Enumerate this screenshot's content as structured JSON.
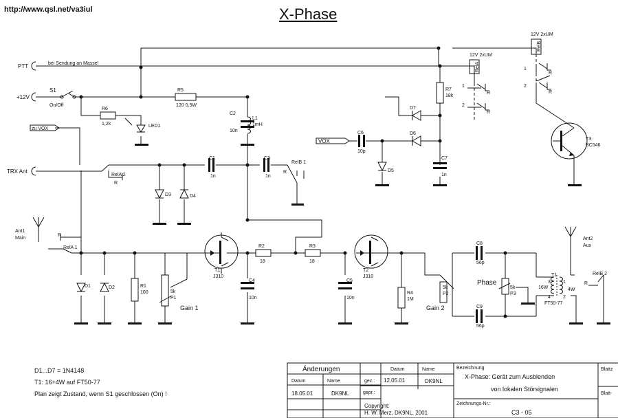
{
  "header": {
    "url": "http://www.qsl.net/va3iul",
    "title": "X-Phase"
  },
  "labels": {
    "ptt": "PTT",
    "ptt_note": "bei Sendung an Masse!",
    "v12": "+12V",
    "s1": "S1",
    "s1_sub": "On/Off",
    "vox_in": "zu VOX",
    "trx": "TRX Ant",
    "ant1": "Ant1",
    "ant1_sub": "Main",
    "ant2": "Ant2",
    "ant2_sub": "Aux",
    "vox_tag": "VOX",
    "phase": "Phase",
    "gain1": "Gain 1",
    "gain2": "Gain 2",
    "relay_a": "12V 2xUM",
    "relay_b": "12V 2xUM",
    "relay_a_coil": "RelA",
    "relay_b_coil": "RelB",
    "rela1": "RelA 1",
    "rela2": "RelA 2",
    "relb1": "RelB 1",
    "relb2": "RelB 2",
    "r": "R",
    "n1": "1",
    "n2": "2",
    "n3": "3",
    "n4": "4"
  },
  "parts": {
    "r5": "R5",
    "r5v": "120  0,5W",
    "r6": "R6",
    "r6v": "1,2k",
    "led1": "LED1",
    "c2": "C2",
    "c2v": "10n",
    "l1": "L1",
    "l1v": "1mH",
    "c1": "C1",
    "c1v": "1n",
    "c3": "C3",
    "c3v": "1n",
    "d1": "D1",
    "d2": "D2",
    "d3": "D3",
    "d4": "D4",
    "d5": "D5",
    "d6": "D6",
    "d7": "D7",
    "r1": "R1",
    "r1v": "100",
    "p1": "5k",
    "p1v": "P1",
    "t1": "T1",
    "t1v": "J310",
    "t2": "T2",
    "t2v": "J310",
    "r2": "R2",
    "r2v": "18",
    "r3": "R3",
    "r3v": "18",
    "c4": "C4",
    "c4v": "10n",
    "c5": "C5",
    "c5v": "10n",
    "r4": "R4",
    "r4v": "1M",
    "c6": "C6",
    "c6v": "10p",
    "c7": "C7",
    "c7v": "1n",
    "r7": "R7",
    "r7v": "18k",
    "t3": "T3",
    "t3v": "BC546",
    "c8": "C8",
    "c8v": "56p",
    "c9": "C9",
    "c9v": "56p",
    "p2": "5k",
    "p2v": "P2",
    "p3": "5k",
    "p3v": "P3",
    "tr1": "T1",
    "tr1a": "16W",
    "tr1b": "4W",
    "tr1c": "FT50-77"
  },
  "notes": [
    "D1...D7 = 1N4148",
    "T1: 16+4W auf FT50-77",
    "Plan zeigt Zustand, wenn S1 geschlossen (On) !"
  ],
  "titleblock": {
    "changes": "Änderungen",
    "datum": "Datum",
    "name": "Name",
    "gez": "gez.:",
    "gepr": "gepr.:",
    "date_val": "12.05.01",
    "name_val": "DK9NL",
    "row_date": "18.05.01",
    "row_name": "DK9NL",
    "copyright": "Copyright:",
    "author": "H. W. Merz, DK9NL, 2001",
    "bez": "Bezeichnung",
    "desc1": "X-Phase: Gerät zum Ausblenden",
    "desc2": "von lokalen Störsignalen",
    "znr": "Zeichnungs-Nr.:",
    "znr_val": "C3 - 05",
    "blatt1": "Blattz",
    "blatt2": "Blatt-"
  }
}
